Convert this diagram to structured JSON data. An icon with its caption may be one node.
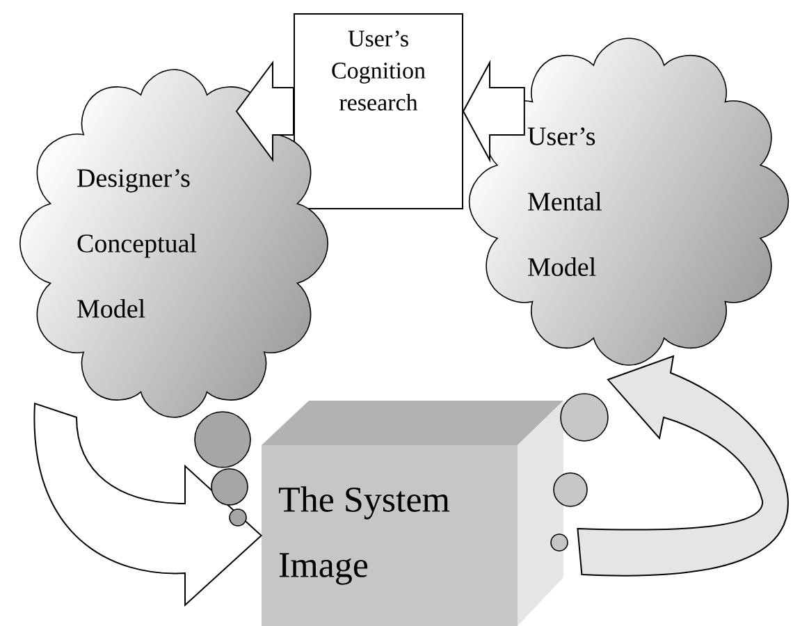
{
  "diagram": {
    "nodes": [
      {
        "text": [
          "User’s Cognition research"
        ]
      },
      {
        "text": [
          "Designer’s Conceptual Model"
        ]
      },
      {
        "text": [
          "User’s Mental Model"
        ]
      },
      {
        "text": [
          "The System Image"
        ]
      }
    ],
    "edges": [
      {
        "from": 2,
        "to": 0,
        "arrow": "to"
      },
      {
        "from": 0,
        "to": 1,
        "arrow": "to"
      },
      {
        "from": 1,
        "to": 3,
        "arrow": "to"
      },
      {
        "from": 3,
        "to": 2,
        "arrow": "to"
      }
    ]
  }
}
